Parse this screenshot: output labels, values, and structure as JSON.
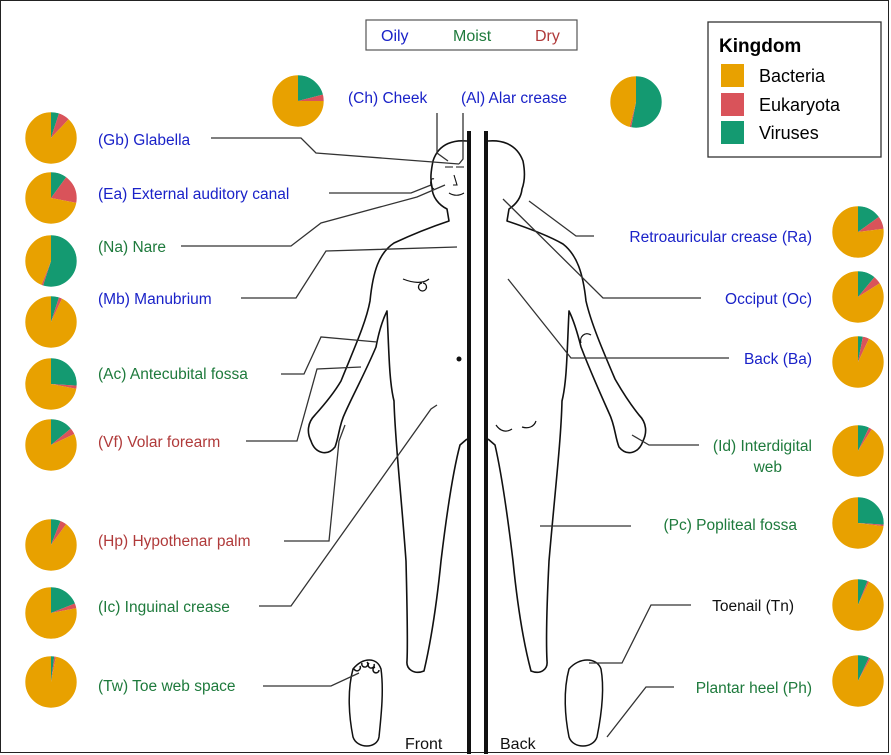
{
  "colors": {
    "bacteria": "#E8A100",
    "eukaryota": "#D9535A",
    "viruses": "#149A71",
    "oily": "#1A22C8",
    "moist": "#1E7A3C",
    "dry": "#B03A3A",
    "neutral": "#111111"
  },
  "env_legend": {
    "oily": "Oily",
    "moist": "Moist",
    "dry": "Dry"
  },
  "kingdom_legend": {
    "title": "Kingdom",
    "items": [
      {
        "label": "Bacteria",
        "color_key": "bacteria"
      },
      {
        "label": "Eukaryota",
        "color_key": "eukaryota"
      },
      {
        "label": "Viruses",
        "color_key": "viruses"
      }
    ]
  },
  "body_views": {
    "front": "Front",
    "back": "Back"
  },
  "sites": [
    {
      "id": "ch",
      "label": "(Ch) Cheek",
      "env": "oily",
      "pie": {
        "bacteria": 0.75,
        "eukaryota": 0.04,
        "viruses": 0.21
      }
    },
    {
      "id": "al",
      "label": "(Al) Alar crease",
      "env": "oily",
      "pie": {
        "bacteria": 0.46,
        "eukaryota": 0.01,
        "viruses": 0.53
      }
    },
    {
      "id": "gb",
      "label": "(Gb) Glabella",
      "env": "oily",
      "pie": {
        "bacteria": 0.88,
        "eukaryota": 0.07,
        "viruses": 0.05
      }
    },
    {
      "id": "ea",
      "label": "(Ea) External auditory canal",
      "env": "oily",
      "pie": {
        "bacteria": 0.72,
        "eukaryota": 0.18,
        "viruses": 0.1
      }
    },
    {
      "id": "na",
      "label": "(Na) Nare",
      "env": "moist",
      "pie": {
        "bacteria": 0.44,
        "eukaryota": 0.01,
        "viruses": 0.55
      }
    },
    {
      "id": "mb",
      "label": "(Mb) Manubrium",
      "env": "oily",
      "pie": {
        "bacteria": 0.93,
        "eukaryota": 0.02,
        "viruses": 0.05
      }
    },
    {
      "id": "ac",
      "label": "(Ac) Antecubital fossa",
      "env": "moist",
      "pie": {
        "bacteria": 0.72,
        "eukaryota": 0.02,
        "viruses": 0.26
      }
    },
    {
      "id": "vf",
      "label": "(Vf) Volar forearm",
      "env": "dry",
      "pie": {
        "bacteria": 0.82,
        "eukaryota": 0.04,
        "viruses": 0.14
      }
    },
    {
      "id": "hp",
      "label": "(Hp) Hypothenar palm",
      "env": "dry",
      "pie": {
        "bacteria": 0.9,
        "eukaryota": 0.04,
        "viruses": 0.06
      }
    },
    {
      "id": "ic",
      "label": "(Ic) Inguinal crease",
      "env": "moist",
      "pie": {
        "bacteria": 0.78,
        "eukaryota": 0.03,
        "viruses": 0.19
      }
    },
    {
      "id": "tw",
      "label": "(Tw) Toe web space",
      "env": "moist",
      "pie": {
        "bacteria": 0.97,
        "eukaryota": 0.01,
        "viruses": 0.02
      }
    },
    {
      "id": "ra",
      "label": "Retroauricular crease (Ra)",
      "env": "oily",
      "pie": {
        "bacteria": 0.77,
        "eukaryota": 0.08,
        "viruses": 0.15
      }
    },
    {
      "id": "oc",
      "label": "Occiput (Oc)",
      "env": "oily",
      "pie": {
        "bacteria": 0.84,
        "eukaryota": 0.05,
        "viruses": 0.11
      }
    },
    {
      "id": "ba",
      "label": "Back (Ba)",
      "env": "oily",
      "pie": {
        "bacteria": 0.93,
        "eukaryota": 0.04,
        "viruses": 0.03
      }
    },
    {
      "id": "id",
      "label": "(Id) Interdigital web",
      "env": "moist",
      "pie": {
        "bacteria": 0.91,
        "eukaryota": 0.02,
        "viruses": 0.07
      }
    },
    {
      "id": "pc",
      "label": "(Pc) Popliteal fossa",
      "env": "moist",
      "pie": {
        "bacteria": 0.73,
        "eukaryota": 0.01,
        "viruses": 0.26
      }
    },
    {
      "id": "tn",
      "label": "Toenail (Tn)",
      "env": "neutral",
      "pie": {
        "bacteria": 0.93,
        "eukaryota": 0.01,
        "viruses": 0.06
      }
    },
    {
      "id": "ph",
      "label": "Plantar heel (Ph)",
      "env": "moist",
      "pie": {
        "bacteria": 0.92,
        "eukaryota": 0.01,
        "viruses": 0.07
      }
    }
  ]
}
